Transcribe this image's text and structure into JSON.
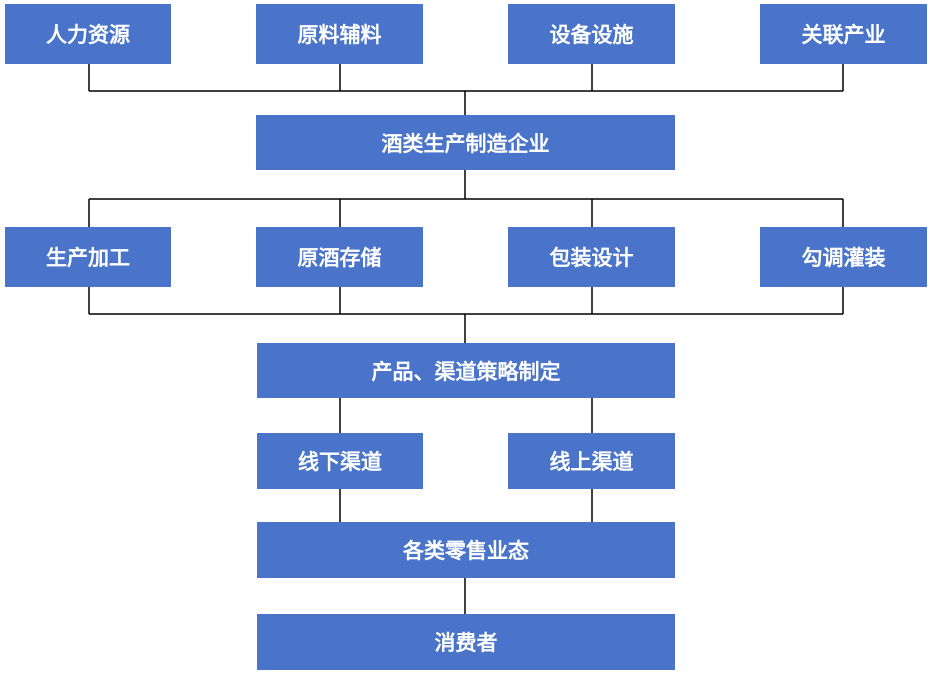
{
  "diagram": {
    "colors": {
      "box_fill": "#4a74c9",
      "box_text": "#ffffff",
      "line": "#000000"
    },
    "nodes": {
      "human_resources": "人力资源",
      "raw_materials": "原料辅料",
      "equipment_facilities": "设备设施",
      "related_industries": "关联产业",
      "liquor_enterprise": "酒类生产制造企业",
      "production_processing": "生产加工",
      "base_liquor_storage": "原酒存储",
      "packaging_design": "包装设计",
      "blending_bottling": "勾调灌装",
      "product_channel_strategy": "产品、渠道策略制定",
      "offline_channel": "线下渠道",
      "online_channel": "线上渠道",
      "retail_formats": "各类零售业态",
      "consumers": "消费者"
    }
  }
}
